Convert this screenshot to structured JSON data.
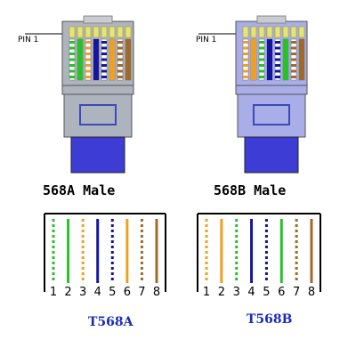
{
  "connectors": [
    {
      "id": "568A",
      "pin_label": "PIN 1",
      "title": "568A Male",
      "standard": "T568A",
      "pins": [
        "1",
        "2",
        "3",
        "4",
        "5",
        "6",
        "7",
        "8"
      ],
      "wires": [
        {
          "color": "#27c227",
          "striped": true
        },
        {
          "color": "#27c227",
          "striped": false
        },
        {
          "color": "#f0a020",
          "striped": true
        },
        {
          "color": "#1515a0",
          "striped": false
        },
        {
          "color": "#1515a0",
          "striped": true
        },
        {
          "color": "#f0a020",
          "striped": false
        },
        {
          "color": "#a06a2a",
          "striped": true
        },
        {
          "color": "#a06a2a",
          "striped": false
        }
      ]
    },
    {
      "id": "568B",
      "pin_label": "PIN 1",
      "title": "568B Male",
      "standard": "T568B",
      "pins": [
        "1",
        "2",
        "3",
        "4",
        "5",
        "6",
        "7",
        "8"
      ],
      "wires": [
        {
          "color": "#f0a020",
          "striped": true
        },
        {
          "color": "#f0a020",
          "striped": false
        },
        {
          "color": "#27c227",
          "striped": true
        },
        {
          "color": "#1515a0",
          "striped": false
        },
        {
          "color": "#1515a0",
          "striped": true
        },
        {
          "color": "#27c227",
          "striped": false
        },
        {
          "color": "#a06a2a",
          "striped": true
        },
        {
          "color": "#a06a2a",
          "striped": false
        }
      ]
    }
  ],
  "colors": {
    "plug_body_a": "#aeb4bd",
    "plug_body_b": "#a9aee8",
    "boot": "#3d3dd6",
    "standard_text": "#1a2cb5"
  }
}
